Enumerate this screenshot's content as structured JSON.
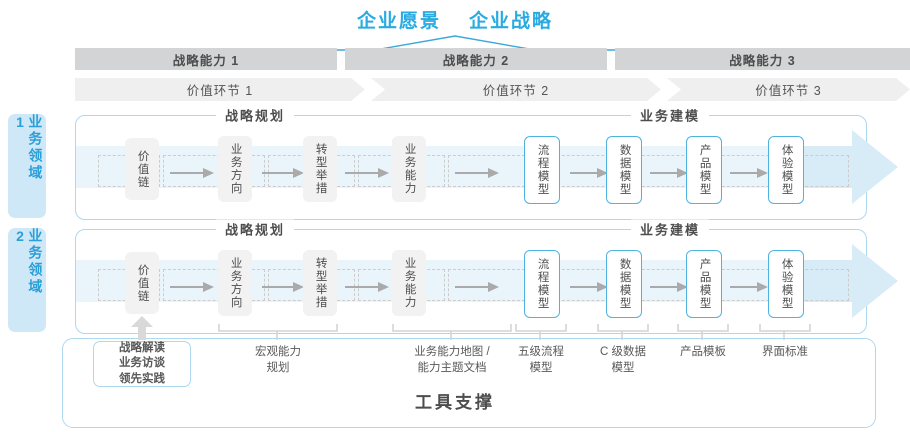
{
  "header": {
    "titles": [
      "企业愿景",
      "企业战略"
    ],
    "accent_color": "#29abe2"
  },
  "capabilities": [
    {
      "label": "战略能力 1"
    },
    {
      "label": "战略能力 2"
    },
    {
      "label": "战略能力 3"
    }
  ],
  "value_chain": [
    {
      "label": "价值环节 1"
    },
    {
      "label": "价值环节 2"
    },
    {
      "label": "价值环节 3"
    }
  ],
  "domains": [
    {
      "label": "业务领域 1"
    },
    {
      "label": "业务领域 2"
    }
  ],
  "sections": {
    "planning": "战略规划",
    "modeling": "业务建模"
  },
  "nodes": {
    "planning": [
      "价值链",
      "业务方向",
      "转型举措",
      "业务能力"
    ],
    "modeling": [
      "流程模型",
      "数据模型",
      "产品模型",
      "体验模型"
    ]
  },
  "footer": {
    "highlight_box": "战略解读\n业务访谈\n领先实践",
    "highlight_lines": [
      "战略解读",
      "业务访谈",
      "领先实践"
    ],
    "labels": [
      {
        "lines": [
          "宏观能力",
          "规划"
        ]
      },
      {
        "lines": [
          "业务能力地图 /",
          "能力主题文档"
        ]
      },
      {
        "lines": [
          "五级流程",
          "模型"
        ]
      },
      {
        "lines": [
          "C 级数据",
          "模型"
        ]
      },
      {
        "lines": [
          "产品模板"
        ]
      },
      {
        "lines": [
          "界面标准"
        ]
      }
    ],
    "tool_support": "工具支撑"
  },
  "colors": {
    "accent": "#29abe2",
    "band_gray": "#d2d4d5",
    "chevron_gray": "#efefef",
    "node_gray": "#f2f2f2",
    "node_blue_border": "#4eb3e0",
    "row_border": "#aed8ef",
    "row_band": "#eaf4fb",
    "text_dark": "#4d4d4d"
  }
}
